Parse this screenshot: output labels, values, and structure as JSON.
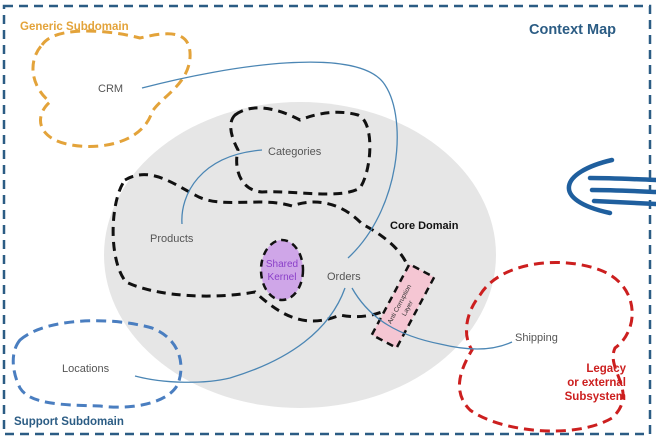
{
  "map_title": "Context Map",
  "labels": {
    "generic_subdomain": "Generic Subdomain",
    "support_subdomain": "Support Subdomain",
    "core_domain": "Core Domain",
    "legacy_line1": "Legacy",
    "legacy_line2": "or external",
    "legacy_line3": "Subsystem"
  },
  "contexts": {
    "crm": "CRM",
    "categories": "Categories",
    "products": "Products",
    "orders": "Orders",
    "locations": "Locations",
    "shipping": "Shipping"
  },
  "shared_kernel": {
    "line1": "Shared",
    "line2": "Kernel"
  },
  "anti_corruption": {
    "line1": "Anti Corruption",
    "line2": "Layer"
  },
  "colors": {
    "frame": "#2b5c84",
    "generic": "#e3a33a",
    "support": "#4a7ec0",
    "legacy": "#cc1f1f",
    "core_fill": "#e6e6e6",
    "bounded_context": "#111111",
    "link": "#4b86b4",
    "shared_kernel_fill": "#cfa6e8",
    "shared_kernel_text": "#8a3fc9",
    "acl_fill": "#f5c6d3",
    "label_text": "#555555"
  }
}
